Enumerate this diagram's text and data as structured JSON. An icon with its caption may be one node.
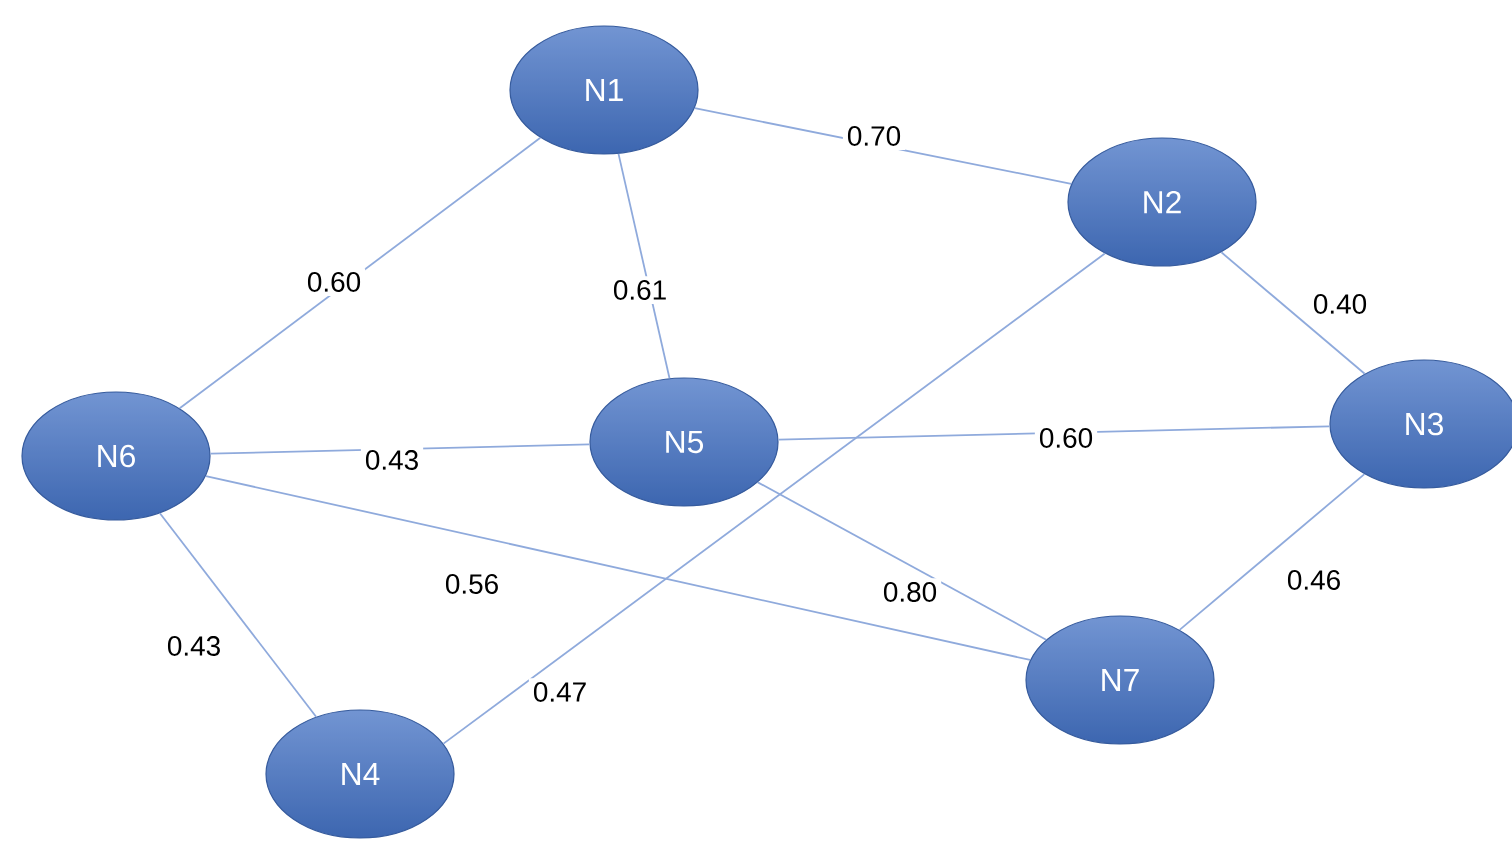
{
  "diagram": {
    "nodes": [
      {
        "text": [
          "N1"
        ]
      },
      {
        "text": [
          "N2"
        ]
      },
      {
        "text": [
          "N3"
        ]
      },
      {
        "text": [
          "N4"
        ]
      },
      {
        "text": [
          "N5"
        ]
      },
      {
        "text": [
          "N6"
        ]
      },
      {
        "text": [
          "N7"
        ]
      }
    ],
    "edges": [
      {
        "from": 0,
        "to": 1,
        "arrow": "none",
        "label": "0.70"
      },
      {
        "from": 0,
        "to": 5,
        "arrow": "none",
        "label": "0.60"
      },
      {
        "from": 0,
        "to": 4,
        "arrow": "none",
        "label": "0.61"
      },
      {
        "from": 1,
        "to": 2,
        "arrow": "none",
        "label": "0.40"
      },
      {
        "from": 1,
        "to": 3,
        "arrow": "none",
        "label": "0.47"
      },
      {
        "from": 5,
        "to": 4,
        "arrow": "none",
        "label": "0.43"
      },
      {
        "from": 4,
        "to": 2,
        "arrow": "none",
        "label": "0.60"
      },
      {
        "from": 4,
        "to": 6,
        "arrow": "none",
        "label": "0.80"
      },
      {
        "from": 5,
        "to": 6,
        "arrow": "none",
        "label": "0.56"
      },
      {
        "from": 5,
        "to": 3,
        "arrow": "none",
        "label": "0.43"
      },
      {
        "from": 2,
        "to": 6,
        "arrow": "none",
        "label": "0.46"
      }
    ]
  }
}
